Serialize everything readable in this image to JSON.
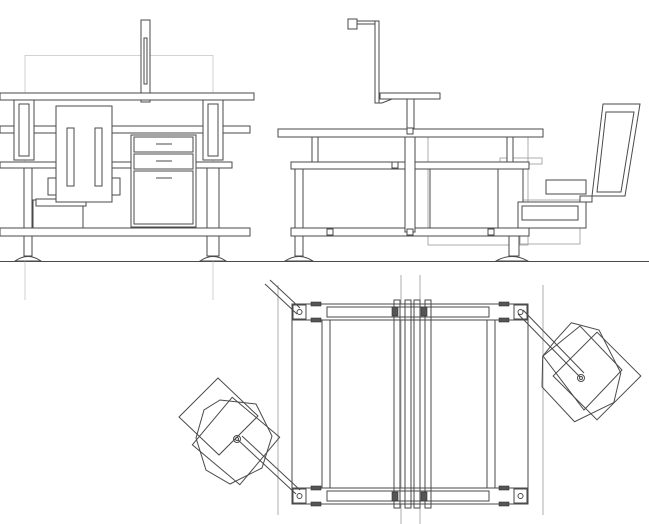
{
  "drawing": {
    "background": "#ffffff",
    "line_color": "#4a4a4a",
    "light_line_color": "#9a9a9a",
    "views": [
      "front-elevation",
      "side-elevation",
      "plan-view"
    ]
  }
}
